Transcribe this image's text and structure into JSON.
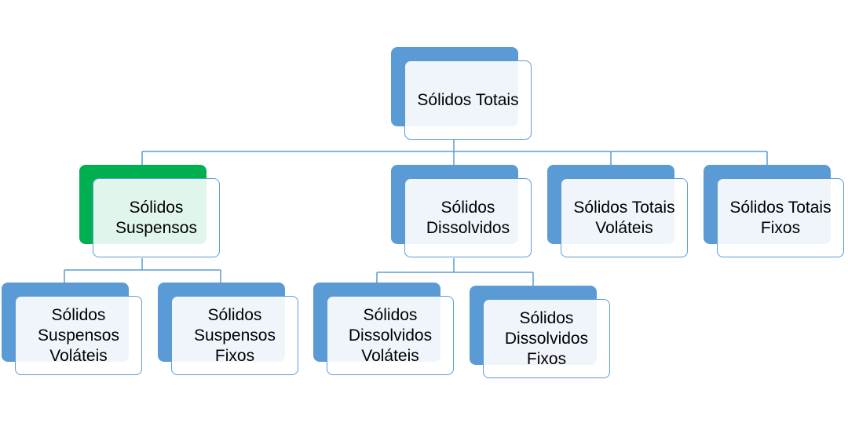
{
  "diagram": {
    "accent_color": "#5b9bd5",
    "highlight_color": "#00b050",
    "root": {
      "line1": "Sólidos Totais"
    },
    "solidos_suspensos": {
      "line1": "Sólidos",
      "line2": "Suspensos"
    },
    "solidos_dissolvidos": {
      "line1": "Sólidos",
      "line2": "Dissolvidos"
    },
    "solidos_totais_volateis": {
      "line1": "Sólidos Totais",
      "line2": "Voláteis"
    },
    "solidos_totais_fixos": {
      "line1": "Sólidos Totais",
      "line2": "Fixos"
    },
    "solidos_suspensos_volateis": {
      "line1": "Sólidos",
      "line2": "Suspensos",
      "line3": "Voláteis"
    },
    "solidos_suspensos_fixos": {
      "line1": "Sólidos",
      "line2": "Suspensos",
      "line3": "Fixos"
    },
    "solidos_dissolvidos_volateis": {
      "line1": "Sólidos",
      "line2": "Dissolvidos",
      "line3": "Voláteis"
    },
    "solidos_dissolvidos_fixos": {
      "line1": "Sólidos",
      "line2": "Dissolvidos",
      "line3": "Fixos"
    }
  }
}
